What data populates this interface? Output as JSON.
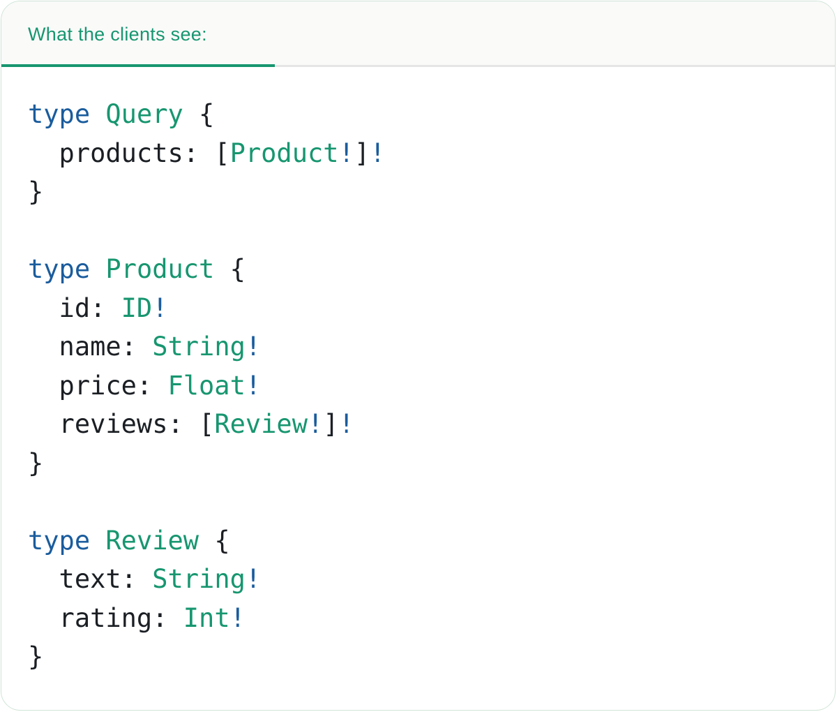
{
  "header": {
    "title": "What the clients see:"
  },
  "colors": {
    "teal": "#17966F",
    "keyword_blue": "#1A5C9D",
    "text_dark": "#1B1F24",
    "divider_gray": "#E5E5E5",
    "header_background": "#FAFAF9",
    "card_border": "#CFE4D6",
    "card_background": "#FFFFFF"
  },
  "code": {
    "language": "graphql",
    "lines": [
      [
        {
          "t": "type",
          "c": "kw"
        },
        {
          "t": " ",
          "c": "p"
        },
        {
          "t": "Query",
          "c": "ty"
        },
        {
          "t": " {",
          "c": "p"
        }
      ],
      [
        {
          "t": "  products: [",
          "c": "p"
        },
        {
          "t": "Product",
          "c": "ty"
        },
        {
          "t": "!",
          "c": "bang"
        },
        {
          "t": "]",
          "c": "p"
        },
        {
          "t": "!",
          "c": "bang"
        }
      ],
      [
        {
          "t": "}",
          "c": "p"
        }
      ],
      [],
      [
        {
          "t": "type",
          "c": "kw"
        },
        {
          "t": " ",
          "c": "p"
        },
        {
          "t": "Product",
          "c": "ty"
        },
        {
          "t": " {",
          "c": "p"
        }
      ],
      [
        {
          "t": "  id: ",
          "c": "p"
        },
        {
          "t": "ID",
          "c": "ty"
        },
        {
          "t": "!",
          "c": "bang"
        }
      ],
      [
        {
          "t": "  name: ",
          "c": "p"
        },
        {
          "t": "String",
          "c": "ty"
        },
        {
          "t": "!",
          "c": "bang"
        }
      ],
      [
        {
          "t": "  price: ",
          "c": "p"
        },
        {
          "t": "Float",
          "c": "ty"
        },
        {
          "t": "!",
          "c": "bang"
        }
      ],
      [
        {
          "t": "  reviews: [",
          "c": "p"
        },
        {
          "t": "Review",
          "c": "ty"
        },
        {
          "t": "!",
          "c": "bang"
        },
        {
          "t": "]",
          "c": "p"
        },
        {
          "t": "!",
          "c": "bang"
        }
      ],
      [
        {
          "t": "}",
          "c": "p"
        }
      ],
      [],
      [
        {
          "t": "type",
          "c": "kw"
        },
        {
          "t": " ",
          "c": "p"
        },
        {
          "t": "Review",
          "c": "ty"
        },
        {
          "t": " {",
          "c": "p"
        }
      ],
      [
        {
          "t": "  text: ",
          "c": "p"
        },
        {
          "t": "String",
          "c": "ty"
        },
        {
          "t": "!",
          "c": "bang"
        }
      ],
      [
        {
          "t": "  rating: ",
          "c": "p"
        },
        {
          "t": "Int",
          "c": "ty"
        },
        {
          "t": "!",
          "c": "bang"
        }
      ],
      [
        {
          "t": "}",
          "c": "p"
        }
      ]
    ]
  }
}
